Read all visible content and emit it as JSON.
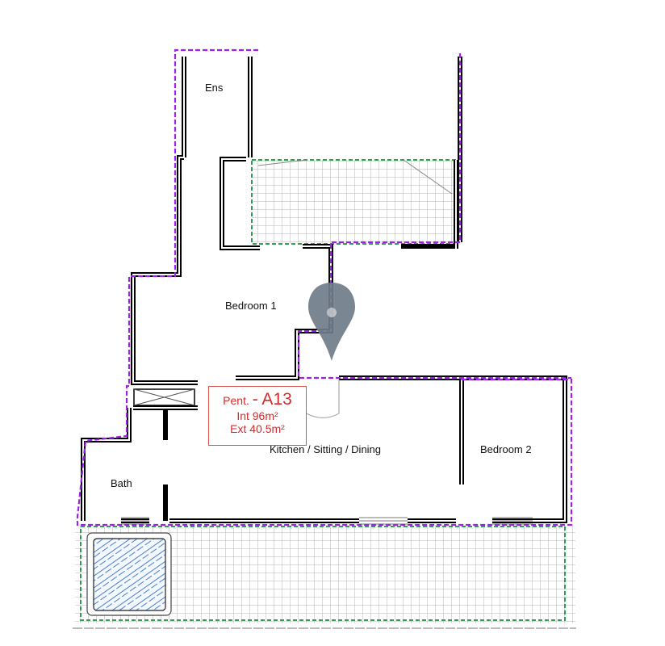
{
  "unit": {
    "prefix": "Pent.",
    "code": "- A13",
    "internal": "Int 96m²",
    "external": "Ext 40.5m²"
  },
  "rooms": {
    "ensuite": "Ens",
    "bedroom1": "Bedroom 1",
    "bedroom2": "Bedroom 2",
    "kitchen": "Kitchen / Sitting / Dining",
    "bath": "Bath"
  },
  "colors": {
    "boundary": "#a020f0",
    "terrace": "#2e9e4f",
    "label": "#d42a2a",
    "pin": "#6f7d89",
    "pool": "#4a7fd0"
  },
  "icons": {
    "pin": "map-pin-icon"
  }
}
